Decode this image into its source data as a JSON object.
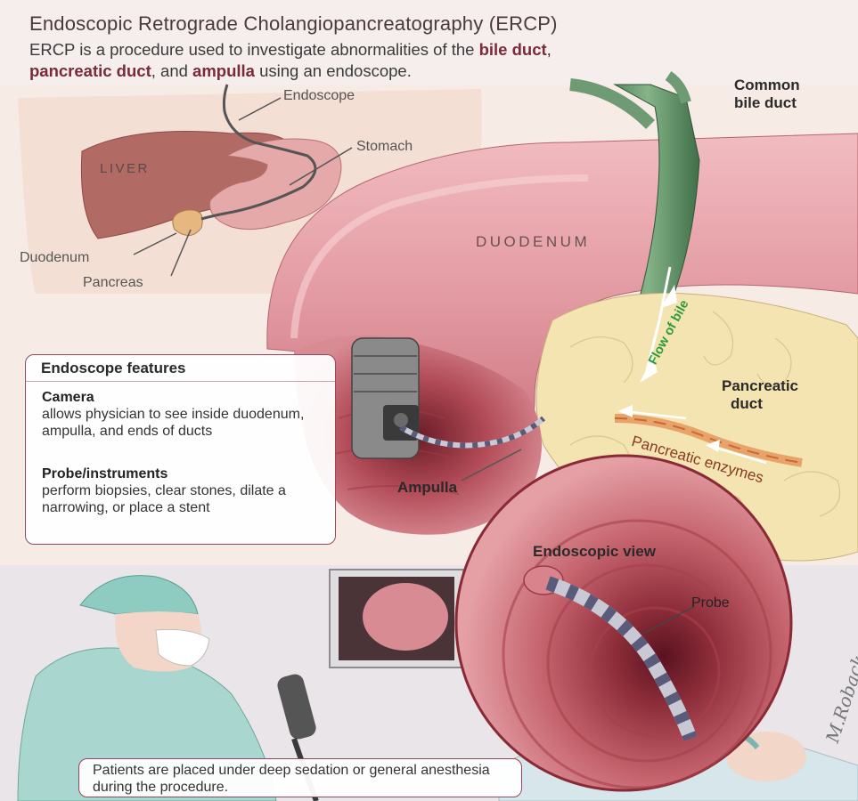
{
  "header": {
    "title": "Endoscopic Retrograde Cholangiopancreatography (ERCP)",
    "subtitle_parts": {
      "p1": "ERCP is a procedure used to investigate abnormalities of the ",
      "b1": "bile duct",
      "p2": ", ",
      "b2": "pancreatic duct",
      "p3": ", and ",
      "b3": "ampulla",
      "p4": " using an endoscope."
    }
  },
  "labels": {
    "endoscope": "Endoscope",
    "stomach": "Stomach",
    "liver": "LIVER",
    "duodenum_small": "Duodenum",
    "pancreas": "Pancreas",
    "common_bile_duct_1": "Common",
    "common_bile_duct_2": "bile duct",
    "duodenum_large": "DUODENUM",
    "flow_of_bile": "Flow of bile",
    "pancreatic_duct_1": "Pancreatic",
    "pancreatic_duct_2": "duct",
    "pancreatic_enzymes": "Pancreatic enzymes",
    "ampulla": "Ampulla",
    "endoscopic_view": "Endoscopic view",
    "probe": "Probe"
  },
  "features_box": {
    "title": "Endoscope features",
    "items": [
      {
        "heading": "Camera",
        "body": "allows physician to see inside duodenum, ampulla, and ends of ducts"
      },
      {
        "heading": "Probe/instruments",
        "body": "perform biopsies, clear stones, dilate a narrowing, or place a stent"
      }
    ]
  },
  "footer_note": "Patients are placed under deep sedation or general anesthesia during the procedure.",
  "signature": "M.Roback",
  "colors": {
    "accent": "#9a4658",
    "bold_text": "#7a2a38",
    "bile_green": "#2f9a3a",
    "duodenum_pink": "#d98b94",
    "pancreas_yellow": "#f3e4b2"
  }
}
